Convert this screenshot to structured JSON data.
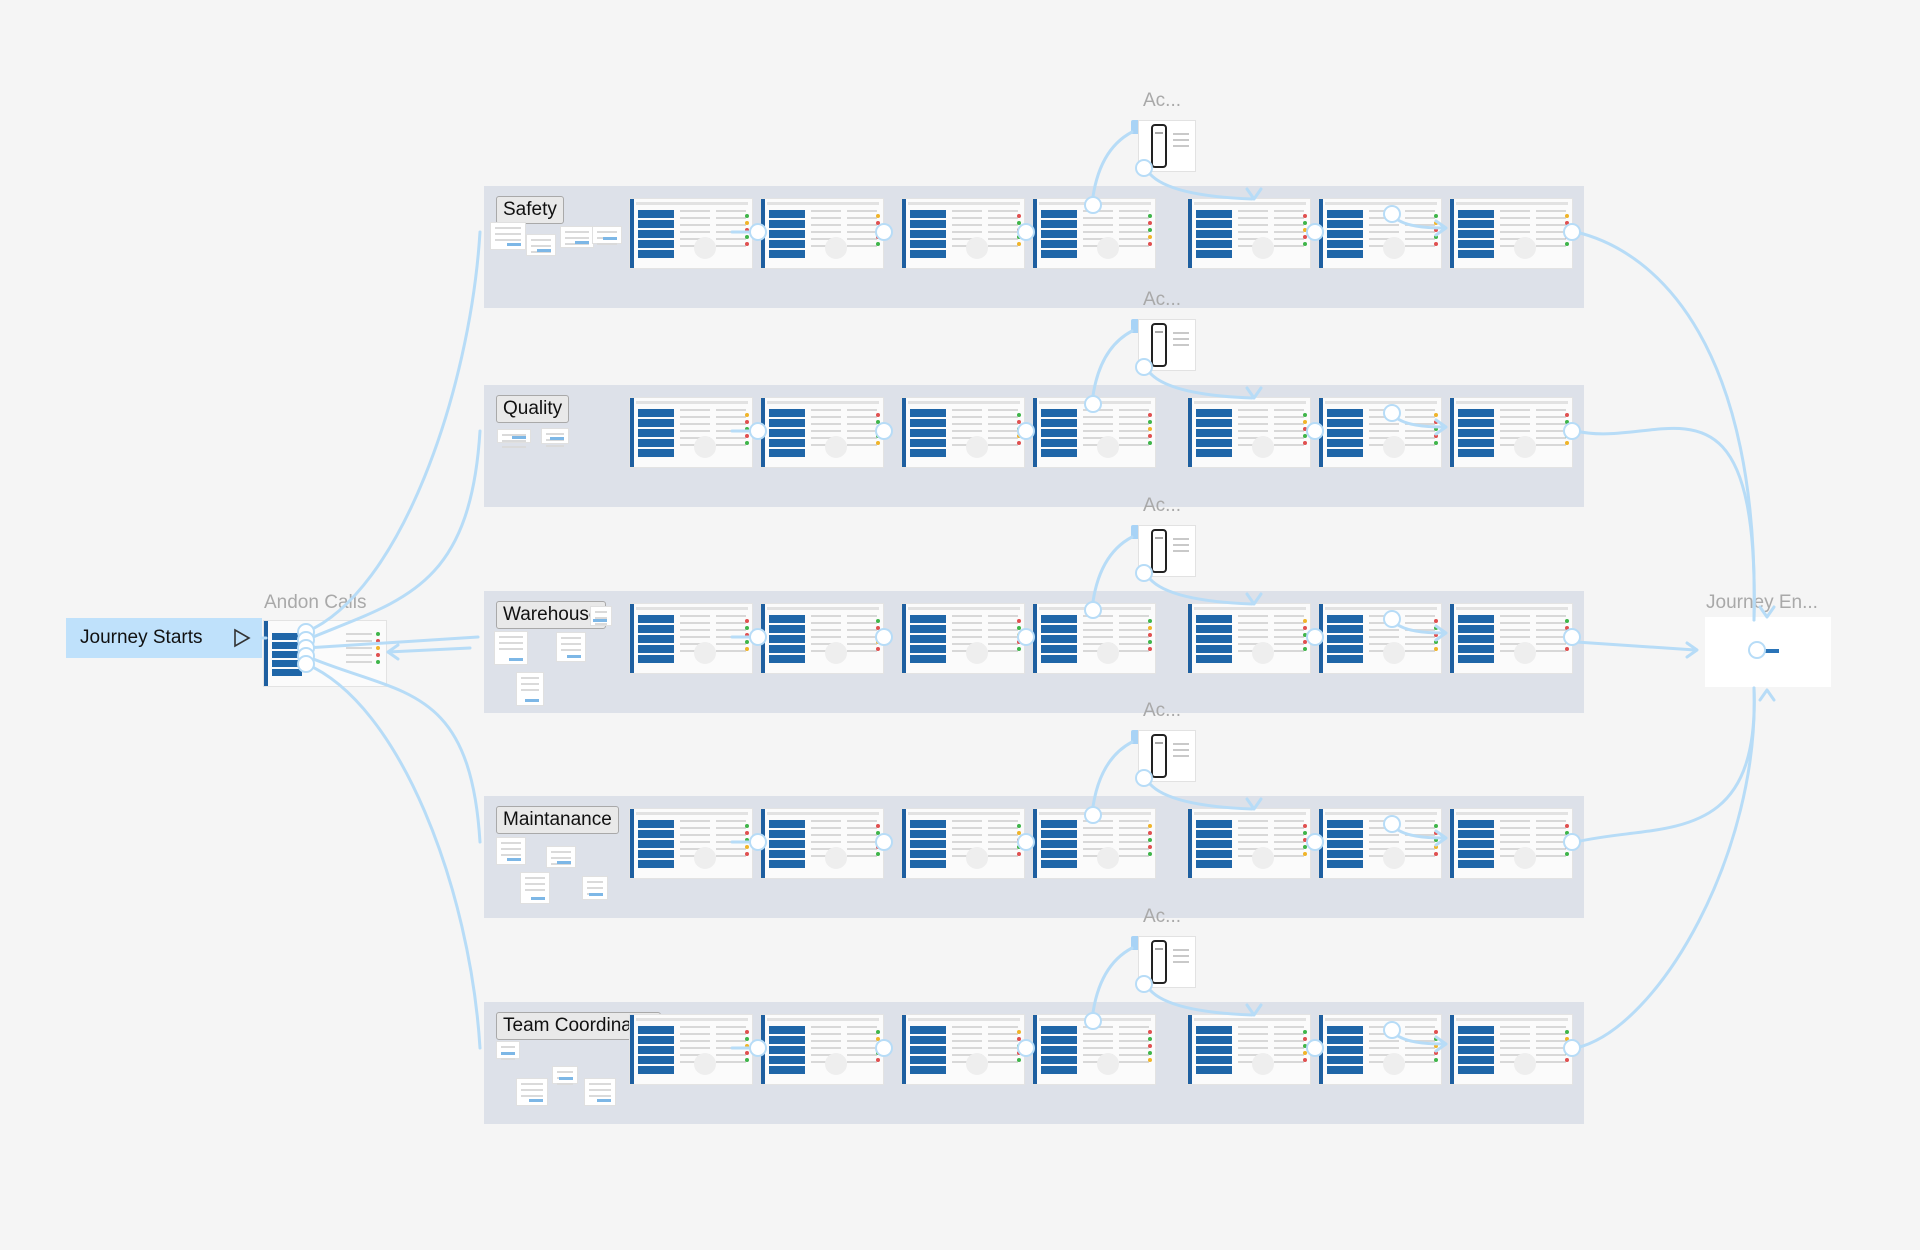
{
  "canvas": {
    "background": "#f5f5f5",
    "lane_color": "#dde1e9",
    "connector_color": "#b7dcf7",
    "screen_accent": "#1f66a8"
  },
  "journey_start": {
    "label": "Journey Starts",
    "icon": "play-triangle-icon"
  },
  "andon_calls": {
    "label": "Andon Calls"
  },
  "journey_end": {
    "label": "Journey En..."
  },
  "lanes": [
    {
      "id": "safety",
      "label": "Safety",
      "action_label": "Ac..."
    },
    {
      "id": "quality",
      "label": "Quality",
      "action_label": "Ac..."
    },
    {
      "id": "warehouse",
      "label": "Warehouse",
      "action_label": "Ac..."
    },
    {
      "id": "maintanance",
      "label": "Maintanance",
      "action_label": "Ac..."
    },
    {
      "id": "team-coordinator",
      "label": "Team Coordinator",
      "action_label": "Ac..."
    }
  ]
}
